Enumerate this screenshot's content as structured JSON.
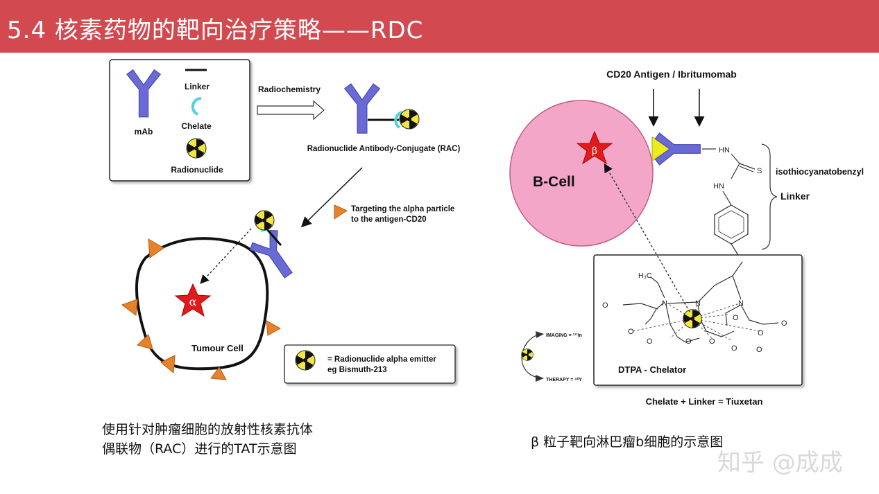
{
  "header": {
    "title": "5.4 核素药物的靶向治疗策略——RDC",
    "background": "#d24a4f"
  },
  "left_panel": {
    "legend": {
      "mab": "mAb",
      "linker": "Linker",
      "chelate": "Chelate",
      "radionuclide": "Radionuclide"
    },
    "arrow_label": "Radiochemistry",
    "rac_label": "Radionuclide Antibody-Conjugate (RAC)",
    "targeting_line1": "Targeting the alpha particle",
    "targeting_line2": "to the antigen-CD20",
    "alpha_symbol": "α",
    "cell_label": "Tumour Cell",
    "emitter_line1": "= Radionuclide alpha emitter",
    "emitter_line2": "eg Bismuth-213"
  },
  "right_panel": {
    "antigen_label": "CD20 Antigen / Ibritumomab",
    "cell_label": "B-Cell",
    "beta_symbol": "β",
    "linker_name": "isothiocyanatobenzyl",
    "linker_label": "Linker",
    "chelator_label": "DTPA - Chelator",
    "tiuxetan_label": "Chelate + Linker = Tiuxetan",
    "imaging": "IMAGING = ¹¹¹In",
    "therapy": "THERAPY = ⁹⁰Y",
    "chem": {
      "hn1": "HN",
      "s": "S",
      "hn2": "HN",
      "h3c": "H₃C",
      "n": "N",
      "o": "O"
    }
  },
  "captions": {
    "left_line1": "使用针对肿瘤细胞的放射性核素抗体",
    "left_line2": "偶联物（RAC）进行的TAT示意图",
    "right": "β 粒子靶向淋巴瘤b细胞的示意图"
  },
  "watermark": "知乎 @成成",
  "colors": {
    "antibody": "#6a6ad6",
    "antigen_triangle": "#e8822a",
    "bcell": "#f3a6c8",
    "star": "#e01b1b",
    "nuclear_yellow": "#f2e640",
    "chelate_cyan": "#4fd3dc"
  }
}
